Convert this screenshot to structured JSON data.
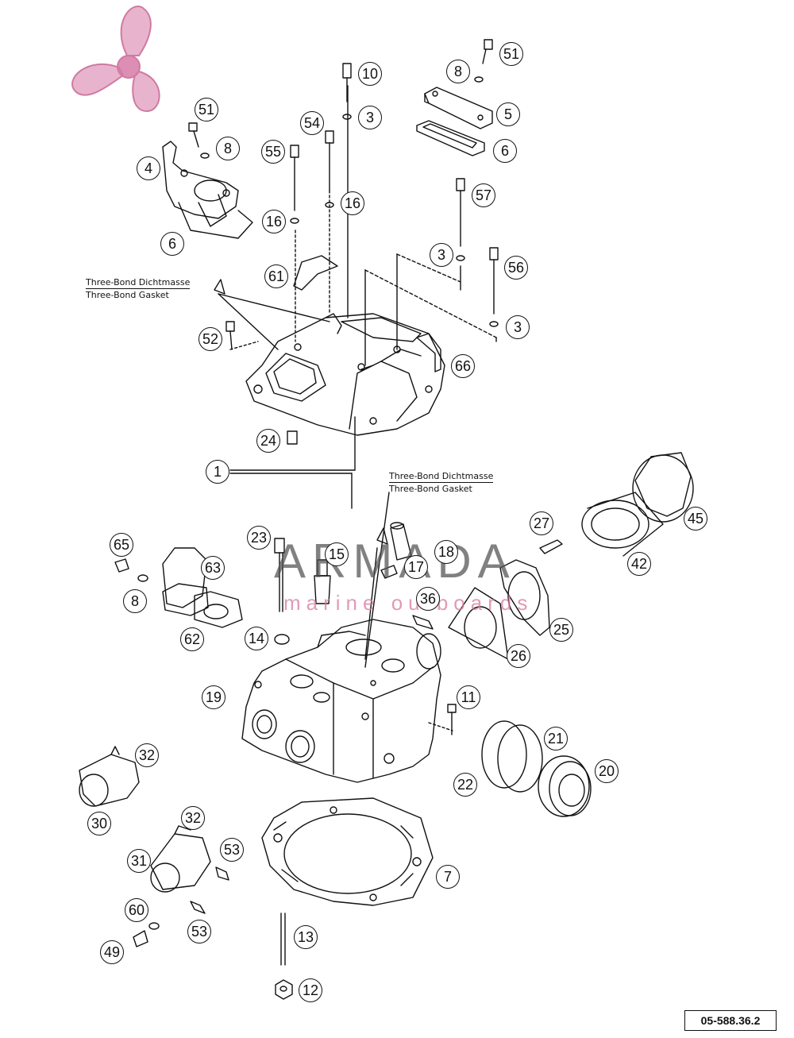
{
  "diagram": {
    "document_number": "05-588.36.2",
    "notes": [
      {
        "line1": "Three-Bond Dichtmasse",
        "line2": "Three-Bond Gasket"
      },
      {
        "line1": "Three-Bond Dichtmasse",
        "line2": "Three-Bond Gasket"
      }
    ],
    "callouts": [
      "51",
      "10",
      "8",
      "5",
      "3",
      "6",
      "51",
      "8",
      "4",
      "54",
      "55",
      "16",
      "16",
      "6",
      "57",
      "3",
      "56",
      "61",
      "3",
      "52",
      "66",
      "24",
      "1",
      "27",
      "45",
      "65",
      "23",
      "15",
      "18",
      "63",
      "17",
      "42",
      "36",
      "8",
      "62",
      "14",
      "25",
      "26",
      "19",
      "11",
      "21",
      "20",
      "32",
      "22",
      "30",
      "32",
      "53",
      "31",
      "7",
      "60",
      "53",
      "13",
      "49",
      "12"
    ]
  },
  "watermark": {
    "brand": "ARMADA",
    "tagline": "marine outboards",
    "colors": {
      "petal": "#e4a7c4",
      "text": "#555555"
    }
  },
  "colors": {
    "line": "#111111",
    "paper": "#ffffff"
  }
}
